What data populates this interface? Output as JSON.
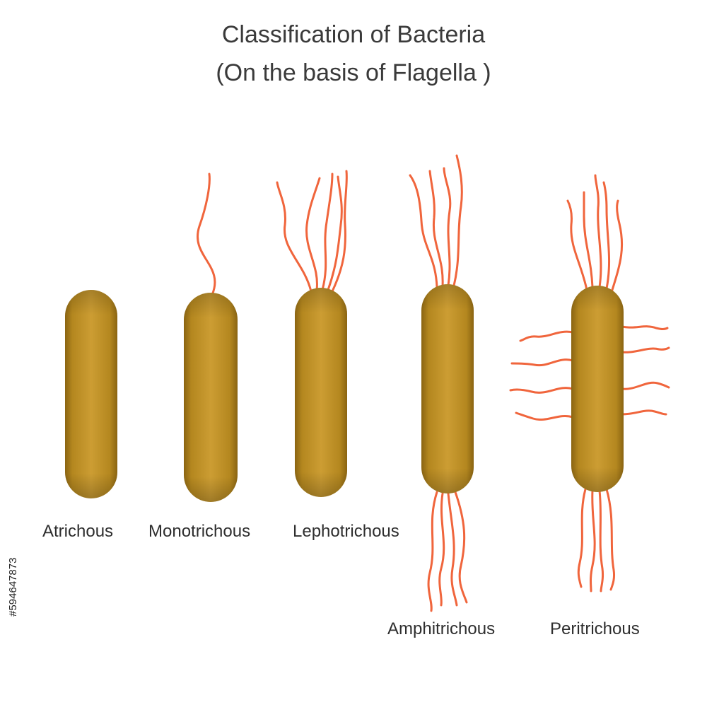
{
  "diagram": {
    "title_line1": "Classification of Bacteria",
    "title_line2": "(On the basis of Flagella )",
    "types": [
      {
        "key": "atrichous",
        "label": "Atrichous"
      },
      {
        "key": "monotrichous",
        "label": "Monotrichous"
      },
      {
        "key": "lophotrichous",
        "label": "Lephotrichous"
      },
      {
        "key": "amphitrichous",
        "label": "Amphitrichous"
      },
      {
        "key": "peritrichous",
        "label": "Peritrichous"
      }
    ],
    "stock_id": "#594647873"
  },
  "colors": {
    "cell_body": "#c99a2e",
    "cell_dark": "#8a6412",
    "flagellum": "#f0653c",
    "title": "#3a3a3a"
  }
}
